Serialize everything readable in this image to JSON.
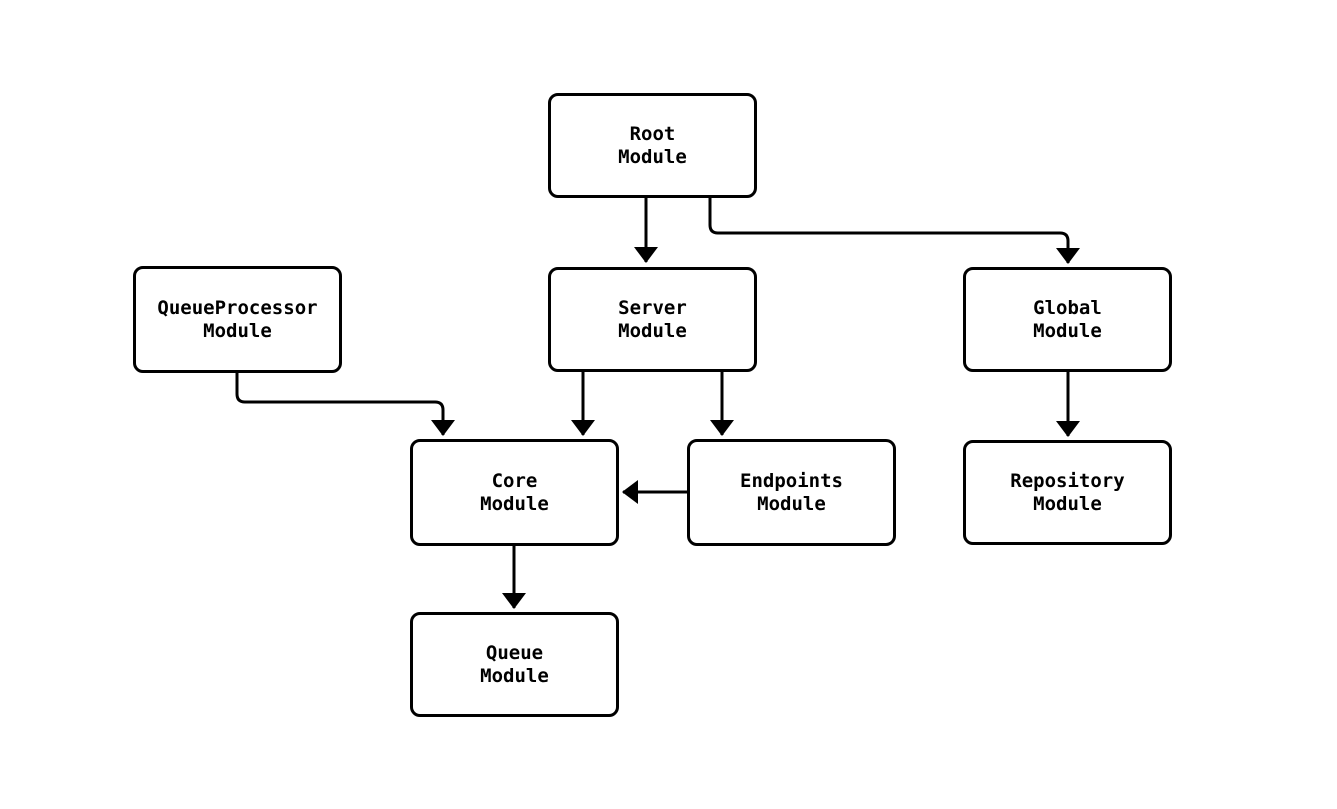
{
  "diagram": {
    "type": "flowchart",
    "background_color": "#ffffff",
    "node_fill_color": "#ffffff",
    "node_border_color": "#000000",
    "text_color": "#000000",
    "edge_color": "#000000",
    "nodes": [
      {
        "id": "root",
        "lines": [
          "Root",
          "Module"
        ]
      },
      {
        "id": "queueprocessor",
        "lines": [
          "QueueProcessor",
          "Module"
        ]
      },
      {
        "id": "server",
        "lines": [
          "Server",
          "Module"
        ]
      },
      {
        "id": "global",
        "lines": [
          "Global",
          "Module"
        ]
      },
      {
        "id": "core",
        "lines": [
          "Core",
          "Module"
        ]
      },
      {
        "id": "endpoints",
        "lines": [
          "Endpoints",
          "Module"
        ]
      },
      {
        "id": "repository",
        "lines": [
          "Repository",
          "Module"
        ]
      },
      {
        "id": "queue",
        "lines": [
          "Queue",
          "Module"
        ]
      }
    ],
    "edges": [
      {
        "from": "Root Module",
        "to": "Server Module"
      },
      {
        "from": "Root Module",
        "to": "Global Module"
      },
      {
        "from": "QueueProcessor Module",
        "to": "Core Module"
      },
      {
        "from": "Server Module",
        "to": "Core Module"
      },
      {
        "from": "Server Module",
        "to": "Endpoints Module"
      },
      {
        "from": "Endpoints Module",
        "to": "Core Module"
      },
      {
        "from": "Global Module",
        "to": "Repository Module"
      },
      {
        "from": "Core Module",
        "to": "Queue Module"
      }
    ]
  }
}
